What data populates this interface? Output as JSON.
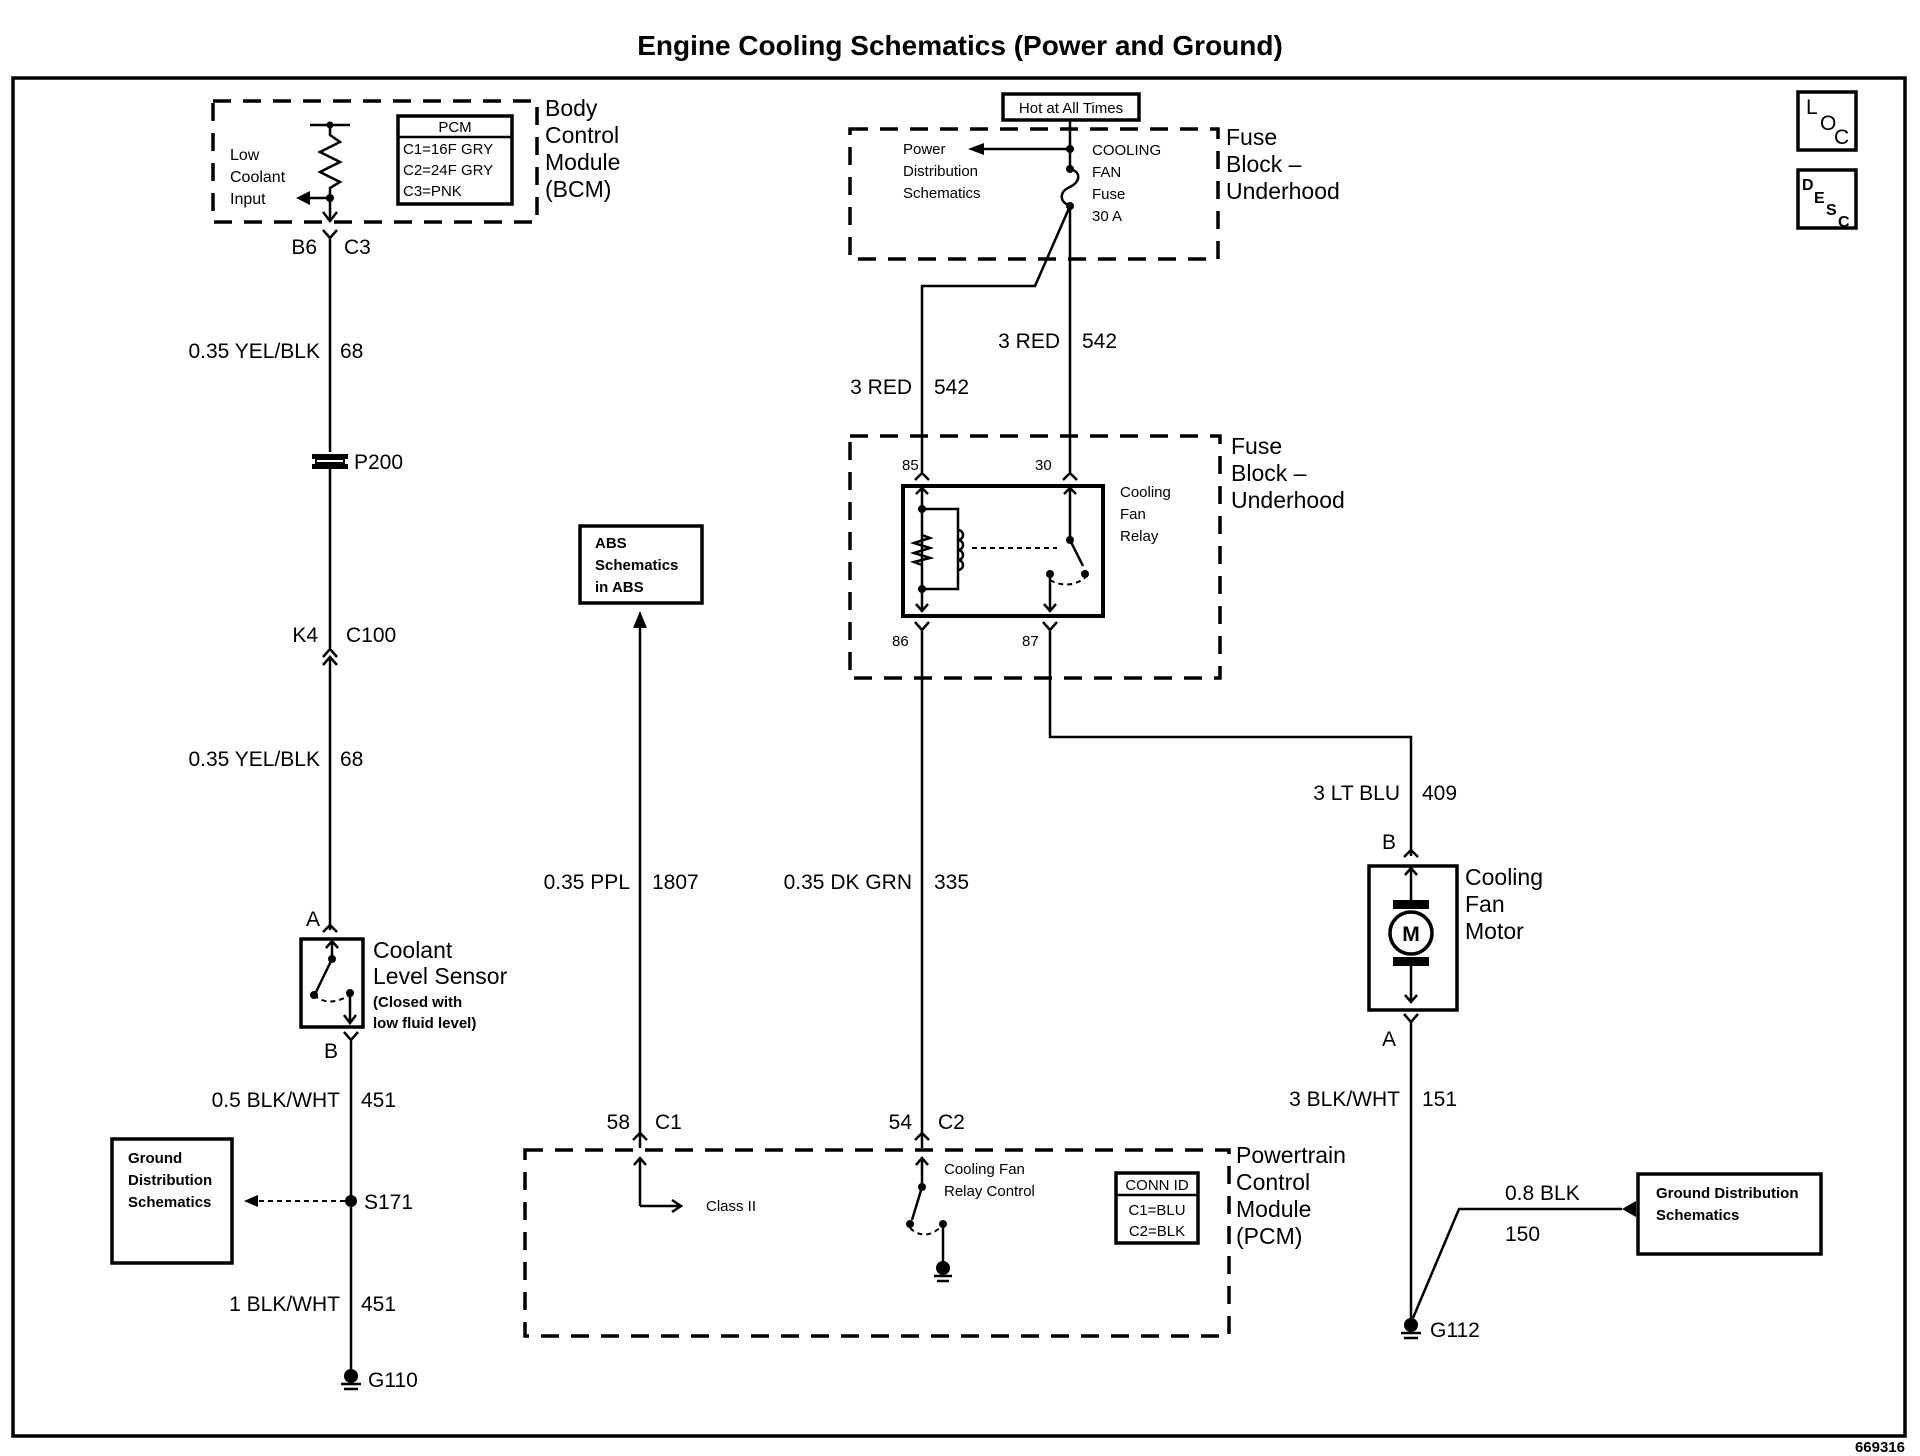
{
  "title": "Engine Cooling Schematics (Power and Ground)",
  "figure_id": "669316",
  "nav_icons": {
    "loc": [
      "L",
      "O",
      "C"
    ],
    "desc": [
      "D",
      "E",
      "S",
      "C"
    ]
  },
  "bcm": {
    "label": [
      "Body",
      "Control",
      "Module",
      "(BCM)"
    ],
    "input_label": [
      "Low",
      "Coolant",
      "Input"
    ],
    "pcm_table": {
      "header": "PCM",
      "rows": [
        "C1=16F GRY",
        "C2=24F GRY",
        "C3=PNK"
      ]
    },
    "pin": "B6",
    "connector": "C3"
  },
  "left_circuit": {
    "wire1": {
      "gauge_color": "0.35 YEL/BLK",
      "circuit": "68"
    },
    "splice_pack": "P200",
    "inline_conn": {
      "pin": "K4",
      "connector": "C100"
    },
    "wire2": {
      "gauge_color": "0.35 YEL/BLK",
      "circuit": "68"
    },
    "sensor": {
      "pin_top": "A",
      "pin_bottom": "B",
      "label": [
        "Coolant",
        "Level Sensor"
      ],
      "note": [
        "(Closed with",
        "low fluid level)"
      ]
    },
    "wire3": {
      "gauge_color": "0.5 BLK/WHT",
      "circuit": "451"
    },
    "splice": "S171",
    "ground_ref": [
      "Ground",
      "Distribution",
      "Schematics"
    ],
    "wire4": {
      "gauge_color": "1 BLK/WHT",
      "circuit": "451"
    },
    "ground": "G110"
  },
  "abs": {
    "label": [
      "ABS",
      "Schematics",
      "in ABS"
    ],
    "wire": {
      "gauge_color": "0.35 PPL",
      "circuit": "1807"
    },
    "pin": "58",
    "connector": "C1"
  },
  "fuse_block_top": {
    "hot_label": "Hot at All Times",
    "label": [
      "Fuse",
      "Block –",
      "Underhood"
    ],
    "power_ref": [
      "Power",
      "Distribution",
      "Schematics"
    ],
    "fuse_label": [
      "COOLING",
      "FAN",
      "Fuse",
      "30 A"
    ]
  },
  "relay_feed": {
    "wire_left": {
      "gauge_color": "3 RED",
      "circuit": "542"
    },
    "wire_right": {
      "gauge_color": "3 RED",
      "circuit": "542"
    }
  },
  "fuse_block_relay": {
    "label": [
      "Fuse",
      "Block –",
      "Underhood"
    ],
    "relay_label": [
      "Cooling",
      "Fan",
      "Relay"
    ],
    "pins": {
      "p85": "85",
      "p30": "30",
      "p86": "86",
      "p87": "87"
    }
  },
  "pcm_control_wire": {
    "gauge_color": "0.35 DK GRN",
    "circuit": "335",
    "pin": "54",
    "connector": "C2"
  },
  "pcm": {
    "label": [
      "Powertrain",
      "Control",
      "Module",
      "(PCM)"
    ],
    "class2": "Class II",
    "relay_control": [
      "Cooling Fan",
      "Relay Control"
    ],
    "conn_table": {
      "header": "CONN ID",
      "rows": [
        "C1=BLU",
        "C2=BLK"
      ]
    }
  },
  "fan": {
    "feed_wire": {
      "gauge_color": "3 LT BLU",
      "circuit": "409"
    },
    "pin_top": "B",
    "pin_bottom": "A",
    "motor_symbol": "M",
    "label": [
      "Cooling",
      "Fan",
      "Motor"
    ],
    "ground_wire": {
      "gauge_color": "3 BLK/WHT",
      "circuit": "151"
    },
    "ground_ref_wire": {
      "gauge_color": "0.8 BLK",
      "circuit": "150"
    },
    "ground_ref": [
      "Ground Distribution",
      "Schematics"
    ],
    "ground": "G112"
  }
}
